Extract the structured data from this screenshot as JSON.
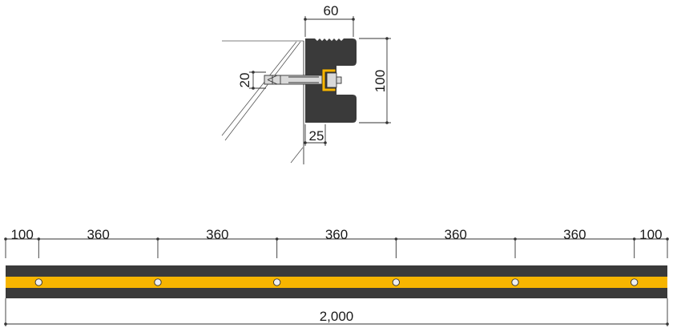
{
  "colors": {
    "rubber": "#3a3a3a",
    "strip": "#f7b500",
    "line": "#333333",
    "bolt": "#d9d9d9",
    "hole": "#eeeeee"
  },
  "section": {
    "width_label": "60",
    "height_label": "100",
    "anchor_label": "20",
    "offset_label": "25"
  },
  "elevation": {
    "segments": [
      {
        "value": 100,
        "label": "100"
      },
      {
        "value": 360,
        "label": "360"
      },
      {
        "value": 360,
        "label": "360"
      },
      {
        "value": 360,
        "label": "360"
      },
      {
        "value": 360,
        "label": "360"
      },
      {
        "value": 360,
        "label": "360"
      },
      {
        "value": 100,
        "label": "100"
      }
    ],
    "total_value": 2000,
    "total_label": "2,000"
  }
}
